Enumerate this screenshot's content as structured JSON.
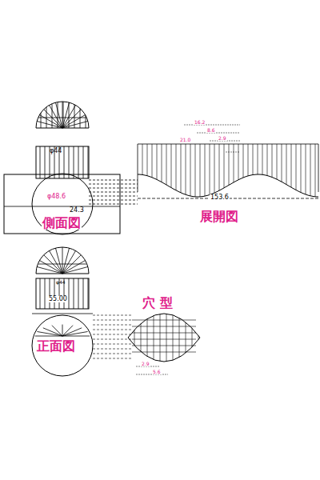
{
  "diagram": {
    "labels": [
      "φ44",
      "φ48.6",
      "24.3",
      "側面図",
      "2.9",
      "8.6",
      "16.2",
      "21.0",
      "153.6",
      "展開図",
      "φ44",
      "55.00",
      "穴 型",
      "正面図",
      "2.9",
      "5.6"
    ]
  }
}
